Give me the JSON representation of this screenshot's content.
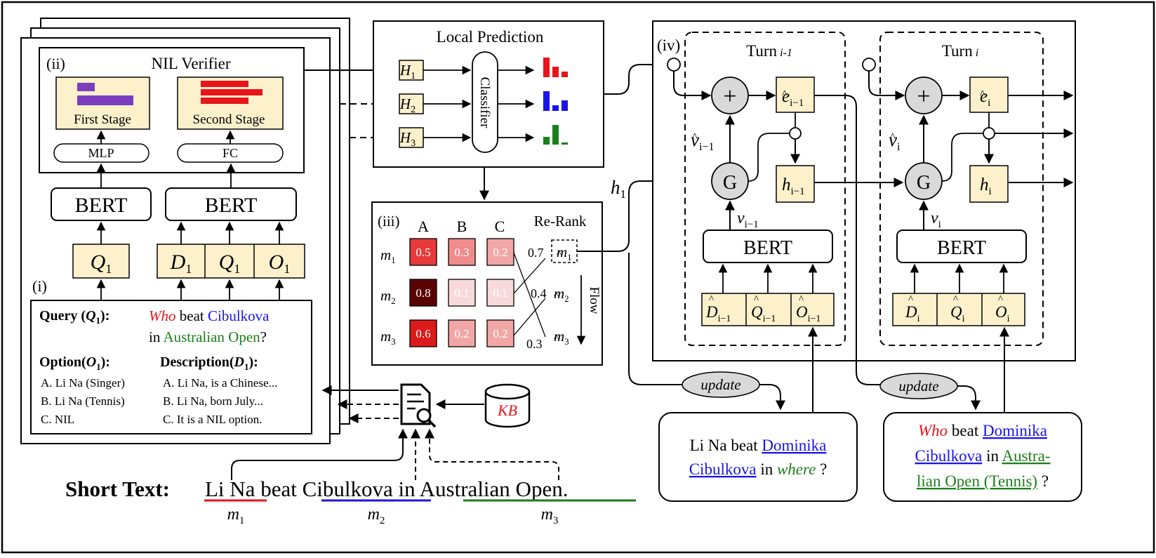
{
  "stack": {
    "stage_i": "(i)",
    "stage_ii": "(ii)",
    "nil_title": "NIL Verifier",
    "first_stage": "First Stage",
    "second_stage": "Second Stage",
    "mlp": "MLP",
    "fc": "FC",
    "bert": "BERT",
    "q1_var": "Q",
    "d1_var": "D",
    "o1_var": "O",
    "sub1": "1",
    "query_label": "Query (",
    "query_label_var": "Q",
    "query_label_sub": "1",
    "query_label_end": "):",
    "query_who": "Who",
    "query_beat": " beat ",
    "query_cibulkova": "Cibulkova",
    "query_in": "in ",
    "query_ao": "Australian Open",
    "query_q": "?",
    "option_label": "Option(",
    "option_label_var": "O",
    "option_label_sub": "1",
    "option_label_end": "):",
    "desc_label": "Description(",
    "desc_label_var": "D",
    "desc_label_sub": "1",
    "desc_label_end": "):",
    "options": [
      "A. Li Na (Singer)",
      "B. Li Na (Tennis)",
      "C. NIL"
    ],
    "descriptions": [
      "A. Li Na, is a Chinese...",
      "B. Li Na, born July...",
      "C. It is a NIL option."
    ]
  },
  "local": {
    "title": "Local Prediction",
    "h": [
      "H",
      "H",
      "H"
    ],
    "hsub": [
      "1",
      "2",
      "3"
    ],
    "classifier": "Classifier",
    "bar_colors": [
      "#e8141b",
      "#1a14e8",
      "#1a7f1a"
    ],
    "bar_levels": [
      [
        1.0,
        0.55,
        0.3
      ],
      [
        1.0,
        0.3,
        0.55
      ],
      [
        0.4,
        1.0,
        0.12
      ]
    ]
  },
  "rerank": {
    "label": "(iii)",
    "title": "Re-Rank",
    "flow": "Flow",
    "cols": [
      "A",
      "B",
      "C"
    ],
    "rows": [
      "m",
      "m",
      "m"
    ],
    "rowsub": [
      "1",
      "2",
      "3"
    ],
    "cells": [
      {
        "v": "0.5",
        "c": "#e83a3a"
      },
      {
        "v": "0.3",
        "c": "#f08c8c"
      },
      {
        "v": "0.2",
        "c": "#f2a6a6"
      },
      {
        "v": "0.8",
        "c": "#5a0303"
      },
      {
        "v": "0.1",
        "c": "#f9dada"
      },
      {
        "v": "0.1",
        "c": "#f9dada"
      },
      {
        "v": "0.6",
        "c": "#dd1a1a"
      },
      {
        "v": "0.2",
        "c": "#f2a6a6"
      },
      {
        "v": "0.2",
        "c": "#f2a6a6"
      }
    ],
    "scores": [
      "0.7",
      "0.4",
      "0.3"
    ],
    "mhat": [
      "m",
      "m",
      "m"
    ],
    "mhatsub": [
      "1",
      "2",
      "3"
    ]
  },
  "iv": {
    "label": "(iv)",
    "turn": "Turn",
    "turn_prev_sub": "i-1",
    "turn_i_sub": "i",
    "plus": "+",
    "g": "G",
    "e": "e",
    "h": "h",
    "v": "v",
    "d": "D",
    "q": "Q",
    "o": "O",
    "sub_prev": "i−1",
    "sub_i": "i",
    "bert": "BERT",
    "h1": "h",
    "h1sub": "1"
  },
  "update": "update",
  "kb": "KB",
  "bubble1": {
    "l1": "Li Na beat ",
    "l1u": "Dominika",
    "l2u": "Cibulkova",
    "l2": " in ",
    "l2i": "where",
    "l2end": " ?"
  },
  "bubble2": {
    "who": "Who",
    "beat": " beat ",
    "dominika": "Dominika",
    "cibulkova": "Cibulkova",
    "in": " in ",
    "austra": "Austra-",
    "lian": "lian Open (Tennis)",
    "q": " ?"
  },
  "short": {
    "label": "Short Text:",
    "lina": "Li Na",
    "beat": " beat ",
    "cib": "Cibulkova",
    "in": " in ",
    "ao": "Australian Open",
    "dot": ".",
    "m": [
      "m",
      "m",
      "m"
    ],
    "msub": [
      "1",
      "2",
      "3"
    ]
  },
  "colors": {
    "node_fill": "#fdf1cc",
    "red": "#e8141b",
    "blue": "#1a14e8",
    "green": "#1a7f1a",
    "purple": "#7a3fbf",
    "gray": "#d9d9d9"
  }
}
